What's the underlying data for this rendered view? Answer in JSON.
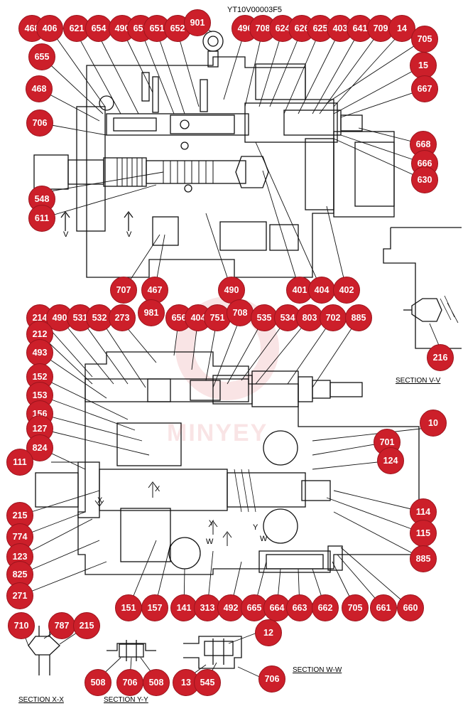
{
  "drawing_code": "YT10V00003F5",
  "section_captions": {
    "v": "SECTION  V-V",
    "x": "SECTION  X-X",
    "y": "SECTION  Y-Y",
    "w": "SECTION  W-W"
  },
  "section_marks": {
    "v": "V",
    "x": "X",
    "y": "Y",
    "w": "W"
  },
  "watermark": "MINYEY",
  "colors": {
    "callout": "#cc1f2a",
    "ink": "#111111"
  },
  "callouts": [
    {
      "id": "c1",
      "label": "468"
    },
    {
      "id": "c2",
      "label": "406"
    },
    {
      "id": "c3",
      "label": "621"
    },
    {
      "id": "c4",
      "label": "654"
    },
    {
      "id": "c5",
      "label": "490"
    },
    {
      "id": "c6",
      "label": "653"
    },
    {
      "id": "c7",
      "label": "651"
    },
    {
      "id": "c8",
      "label": "652"
    },
    {
      "id": "c9",
      "label": "901"
    },
    {
      "id": "c10",
      "label": "496"
    },
    {
      "id": "c11",
      "label": "708"
    },
    {
      "id": "c12",
      "label": "624"
    },
    {
      "id": "c13",
      "label": "626"
    },
    {
      "id": "c14",
      "label": "625"
    },
    {
      "id": "c15",
      "label": "403"
    },
    {
      "id": "c16",
      "label": "641"
    },
    {
      "id": "c17",
      "label": "709"
    },
    {
      "id": "c18",
      "label": "14"
    },
    {
      "id": "c19",
      "label": "655"
    },
    {
      "id": "c20",
      "label": "705"
    },
    {
      "id": "c21",
      "label": "15"
    },
    {
      "id": "c22",
      "label": "468"
    },
    {
      "id": "c23",
      "label": "667"
    },
    {
      "id": "c24",
      "label": "706"
    },
    {
      "id": "c25",
      "label": "668"
    },
    {
      "id": "c26",
      "label": "666"
    },
    {
      "id": "c27",
      "label": "630"
    },
    {
      "id": "c28",
      "label": "548"
    },
    {
      "id": "c29",
      "label": "611"
    },
    {
      "id": "c30",
      "label": "707"
    },
    {
      "id": "c31",
      "label": "467"
    },
    {
      "id": "c32",
      "label": "490"
    },
    {
      "id": "c33",
      "label": "401"
    },
    {
      "id": "c34",
      "label": "404"
    },
    {
      "id": "c35",
      "label": "402"
    },
    {
      "id": "c36",
      "label": "214"
    },
    {
      "id": "c37",
      "label": "490"
    },
    {
      "id": "c38",
      "label": "531"
    },
    {
      "id": "c39",
      "label": "532"
    },
    {
      "id": "c40",
      "label": "273"
    },
    {
      "id": "c41",
      "label": "981"
    },
    {
      "id": "c42",
      "label": "656"
    },
    {
      "id": "c43",
      "label": "404"
    },
    {
      "id": "c44",
      "label": "751"
    },
    {
      "id": "c45",
      "label": "708"
    },
    {
      "id": "c46",
      "label": "535"
    },
    {
      "id": "c47",
      "label": "534"
    },
    {
      "id": "c48",
      "label": "803"
    },
    {
      "id": "c49",
      "label": "702"
    },
    {
      "id": "c50",
      "label": "885"
    },
    {
      "id": "c51",
      "label": "212"
    },
    {
      "id": "c52",
      "label": "493"
    },
    {
      "id": "c53",
      "label": "152"
    },
    {
      "id": "c54",
      "label": "153"
    },
    {
      "id": "c55",
      "label": "156"
    },
    {
      "id": "c56",
      "label": "127"
    },
    {
      "id": "c57",
      "label": "824"
    },
    {
      "id": "c58",
      "label": "111"
    },
    {
      "id": "c59",
      "label": "216"
    },
    {
      "id": "c60",
      "label": "10"
    },
    {
      "id": "c61",
      "label": "701"
    },
    {
      "id": "c62",
      "label": "124"
    },
    {
      "id": "c63",
      "label": "215"
    },
    {
      "id": "c64",
      "label": "774"
    },
    {
      "id": "c65",
      "label": "123"
    },
    {
      "id": "c66",
      "label": "825"
    },
    {
      "id": "c67",
      "label": "271"
    },
    {
      "id": "c68",
      "label": "114"
    },
    {
      "id": "c69",
      "label": "115"
    },
    {
      "id": "c70",
      "label": "885"
    },
    {
      "id": "c71",
      "label": "151"
    },
    {
      "id": "c72",
      "label": "157"
    },
    {
      "id": "c73",
      "label": "141"
    },
    {
      "id": "c74",
      "label": "313"
    },
    {
      "id": "c75",
      "label": "492"
    },
    {
      "id": "c76",
      "label": "665"
    },
    {
      "id": "c77",
      "label": "664"
    },
    {
      "id": "c78",
      "label": "663"
    },
    {
      "id": "c79",
      "label": "662"
    },
    {
      "id": "c80",
      "label": "705"
    },
    {
      "id": "c81",
      "label": "661"
    },
    {
      "id": "c82",
      "label": "660"
    },
    {
      "id": "c83",
      "label": "710"
    },
    {
      "id": "c84",
      "label": "787"
    },
    {
      "id": "c85",
      "label": "215"
    },
    {
      "id": "c86",
      "label": "12"
    },
    {
      "id": "c87",
      "label": "508"
    },
    {
      "id": "c88",
      "label": "706"
    },
    {
      "id": "c89",
      "label": "508"
    },
    {
      "id": "c90",
      "label": "13"
    },
    {
      "id": "c91",
      "label": "545"
    },
    {
      "id": "c92",
      "label": "706"
    }
  ]
}
